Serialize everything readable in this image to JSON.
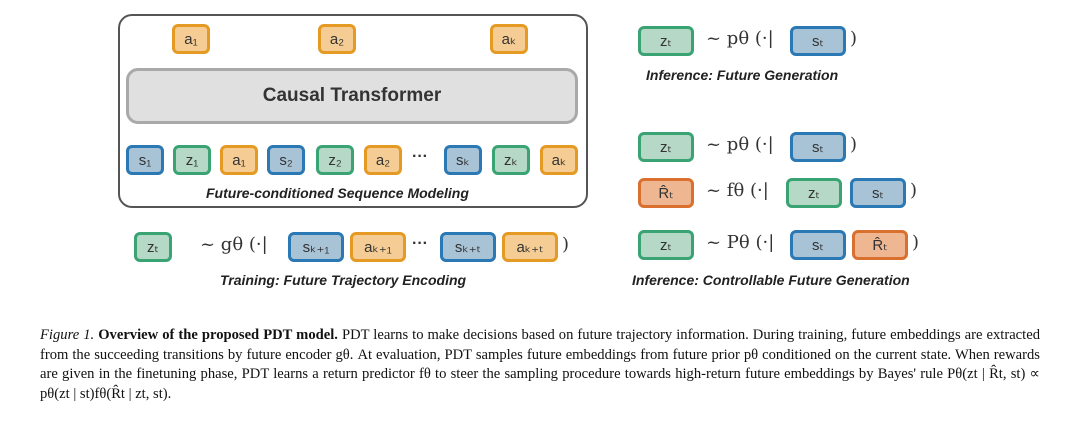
{
  "tokens": {
    "a1": "a₁",
    "a2": "a₂",
    "aK": "aₖ",
    "s1": "s₁",
    "z1": "z₁",
    "s2": "s₂",
    "z2": "z₂",
    "sK": "sₖ",
    "zK": "zₖ",
    "zt": "zₜ",
    "st": "sₜ",
    "Rt": "R̂ₜ",
    "sK1": "sₖ₊₁",
    "aK1": "aₖ₊₁",
    "sKt": "sₖ₊ₜ",
    "aKt": "aₖ₊ₜ",
    "dots": "···"
  },
  "labels": {
    "causal_transformer": "Causal Transformer",
    "seq_modeling": "Future-conditioned Sequence Modeling",
    "training": "Training: Future Trajectory Encoding",
    "inference_gen": "Inference: Future Generation",
    "inference_ctrl": "Inference: Controllable Future Generation"
  },
  "math": {
    "g": "~ gθ (·|",
    "p": "~ pθ (·|",
    "f": "~ fθ (·|",
    "P": "~ Pθ (·|",
    "close": ")"
  },
  "caption": {
    "label": "Figure 1.",
    "title": "Overview of the proposed PDT model.",
    "body": "PDT learns to make decisions based on future trajectory information. During training, future embeddings are extracted from the succeeding transitions by future encoder gθ. At evaluation, PDT samples future embeddings from future prior pθ conditioned on the current state. When rewards are given in the finetuning phase, PDT learns a return predictor fθ to steer the sampling procedure towards high-return future embeddings by Bayes' rule Pθ(zt | R̂t, st) ∝ pθ(zt | st)fθ(R̂t | zt, st)."
  },
  "colors": {
    "state": "#2a78b4",
    "latent": "#3aa374",
    "action": "#e59a23",
    "return": "#d9702f"
  }
}
